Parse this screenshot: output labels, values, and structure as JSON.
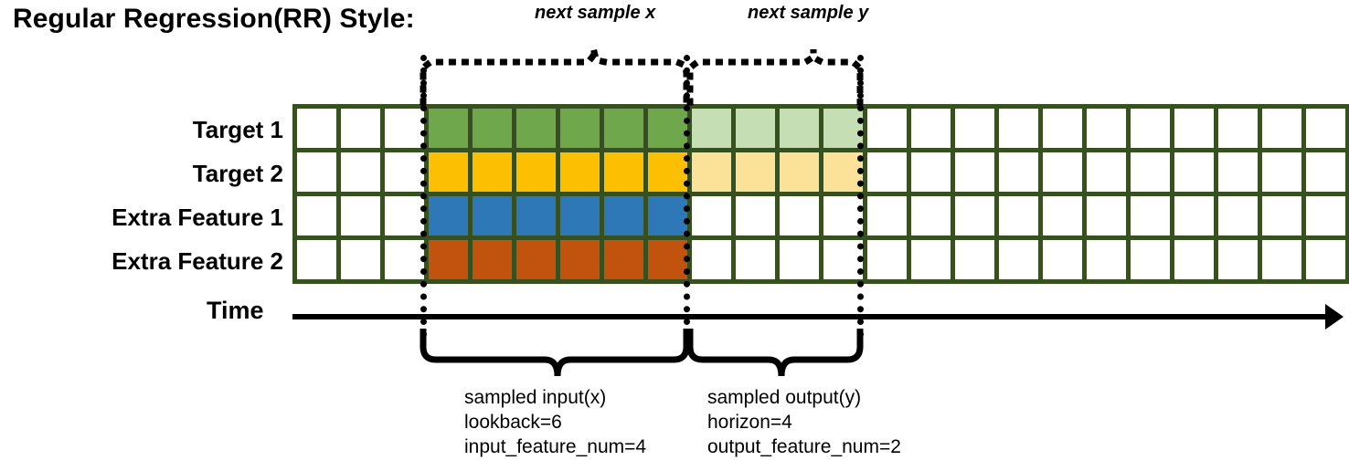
{
  "title": "Regular Regression(RR) Style:",
  "top_labels": {
    "next_sample_x": "next sample x",
    "next_sample_y": "next sample y"
  },
  "rows": [
    {
      "label": "Target 1",
      "key": "target-1",
      "fill": "green",
      "light_fill": "green-l",
      "has_output": true
    },
    {
      "label": "Target 2",
      "key": "target-2",
      "fill": "amber",
      "light_fill": "amber-l",
      "has_output": true
    },
    {
      "label": "Extra Feature 1",
      "key": "extra-feature-1",
      "fill": "blue",
      "light_fill": "none",
      "has_output": false
    },
    {
      "label": "Extra Feature 2",
      "key": "extra-feature-2",
      "fill": "orange",
      "light_fill": "none",
      "has_output": false
    }
  ],
  "grid": {
    "total_columns": 24,
    "leading_blank_columns": 3,
    "input_columns": 6,
    "output_columns": 4,
    "trailing_blank_columns": 11
  },
  "time_axis": {
    "label": "Time"
  },
  "captions": {
    "input": {
      "line1": "sampled input(x)",
      "line2": "lookback=6",
      "line3": "input_feature_num=4"
    },
    "output": {
      "line1": "sampled output(y)",
      "line2": "horizon=4",
      "line3": "output_feature_num=2"
    }
  },
  "colors": {
    "grid_border": "#36511F",
    "target1": "#6FA84C",
    "target1_light": "#C5DEB3",
    "target2": "#FCBF02",
    "target2_light": "#FCE298",
    "extra_feature1": "#2E78B8",
    "extra_feature2": "#C2530F",
    "axis": "#000000"
  },
  "chart_data": {
    "type": "diagram",
    "title": "Regular Regression(RR) Style:",
    "description": "Sliding-window sample layout over a time grid of 24 timesteps and 4 feature rows.",
    "series": [
      {
        "name": "Target 1",
        "input_steps": 6,
        "output_steps": 4
      },
      {
        "name": "Target 2",
        "input_steps": 6,
        "output_steps": 4
      },
      {
        "name": "Extra Feature 1",
        "input_steps": 6,
        "output_steps": 0
      },
      {
        "name": "Extra Feature 2",
        "input_steps": 6,
        "output_steps": 0
      }
    ],
    "lookback": 6,
    "horizon": 4,
    "input_feature_num": 4,
    "output_feature_num": 2,
    "xlabel": "Time"
  }
}
